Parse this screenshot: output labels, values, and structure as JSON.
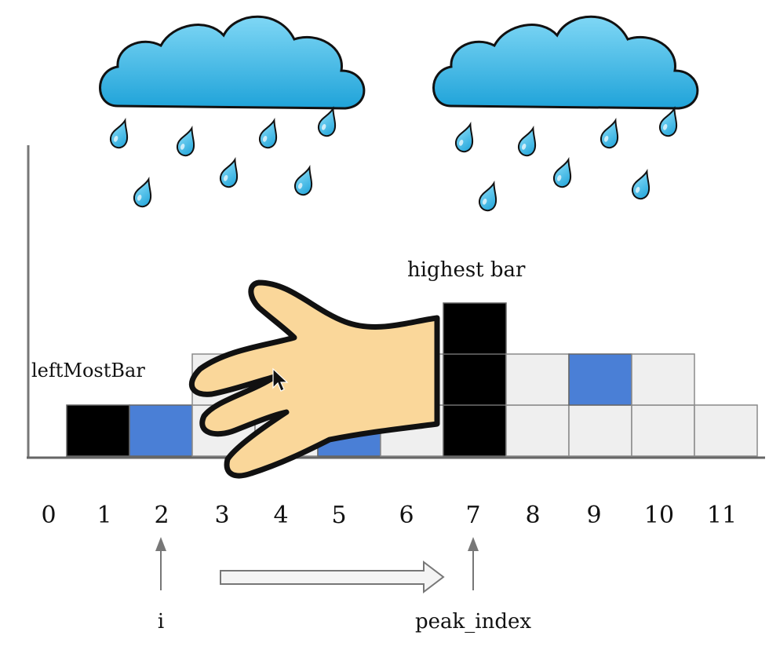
{
  "labels": {
    "left_most_bar": "leftMostBar",
    "highest_bar": "highest bar",
    "pointer_i": "i",
    "pointer_peak": "peak_index"
  },
  "indices": [
    "0",
    "1",
    "2",
    "3",
    "4",
    "5",
    "6",
    "7",
    "8",
    "9",
    "10",
    "11"
  ],
  "bars": [
    {
      "index": 0,
      "cells": []
    },
    {
      "index": 1,
      "cells": [
        "black"
      ]
    },
    {
      "index": 2,
      "cells": [
        "blue"
      ]
    },
    {
      "index": 3,
      "cells": [
        "gray",
        "gray"
      ]
    },
    {
      "index": 4,
      "cells": [
        "gray",
        "gray"
      ]
    },
    {
      "index": 5,
      "cells": [
        "blue",
        "gray"
      ]
    },
    {
      "index": 6,
      "cells": [
        "gray",
        "gray"
      ]
    },
    {
      "index": 7,
      "cells": [
        "black",
        "black",
        "black"
      ]
    },
    {
      "index": 8,
      "cells": [
        "gray",
        "gray"
      ]
    },
    {
      "index": 9,
      "cells": [
        "gray",
        "blue"
      ]
    },
    {
      "index": 10,
      "cells": [
        "gray",
        "gray"
      ]
    },
    {
      "index": 11,
      "cells": [
        "gray"
      ]
    }
  ],
  "pointers": {
    "i_at": 2,
    "peak_at": 7
  },
  "colors": {
    "black": "#000000",
    "blue": "#4a7fd6",
    "gray": "#efefef",
    "cloud": "#3fb8e6",
    "hand": "#fad79a"
  },
  "icons": [
    "rain-cloud-icon",
    "hand-icon",
    "mouse-cursor-icon",
    "right-arrow-icon",
    "up-arrow-icon"
  ]
}
